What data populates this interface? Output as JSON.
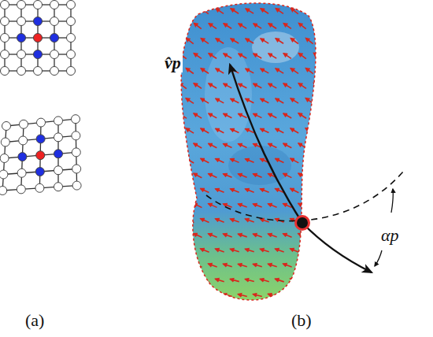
{
  "diagram": {
    "labels": [
      "v̂p",
      "αp",
      "(a)",
      "(b)"
    ]
  }
}
